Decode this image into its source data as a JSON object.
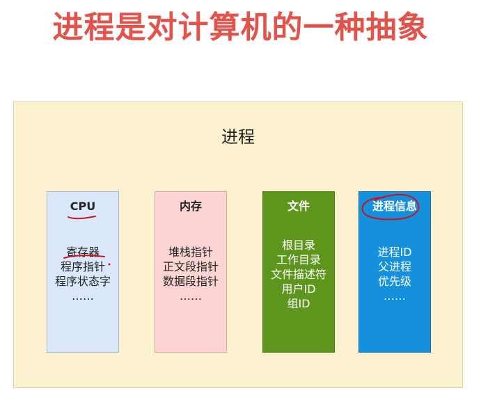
{
  "title": "进程是对计算机的一种抽象",
  "process": {
    "label": "进程",
    "cards": [
      {
        "title": "CPU",
        "items": [
          "寄存器",
          "程序指针",
          "程序状态字",
          "……"
        ]
      },
      {
        "title": "内存",
        "items": [
          "堆栈指针",
          "正文段指针",
          "数据段指针",
          "……"
        ]
      },
      {
        "title": "文件",
        "items": [
          "根目录",
          "工作目录",
          "文件描述符",
          "用户ID",
          "组ID"
        ]
      },
      {
        "title": "进程信息",
        "items": [
          "进程ID",
          "父进程",
          "优先级",
          "……"
        ]
      }
    ]
  },
  "colors": {
    "title": "#e2534b",
    "process_bg": "#fdf2d0",
    "cpu_bg": "#dbe7fb",
    "memory_bg": "#fdd4d4",
    "file_bg": "#5d951d",
    "info_bg": "#1490dd",
    "annotation": "#d0111b"
  }
}
